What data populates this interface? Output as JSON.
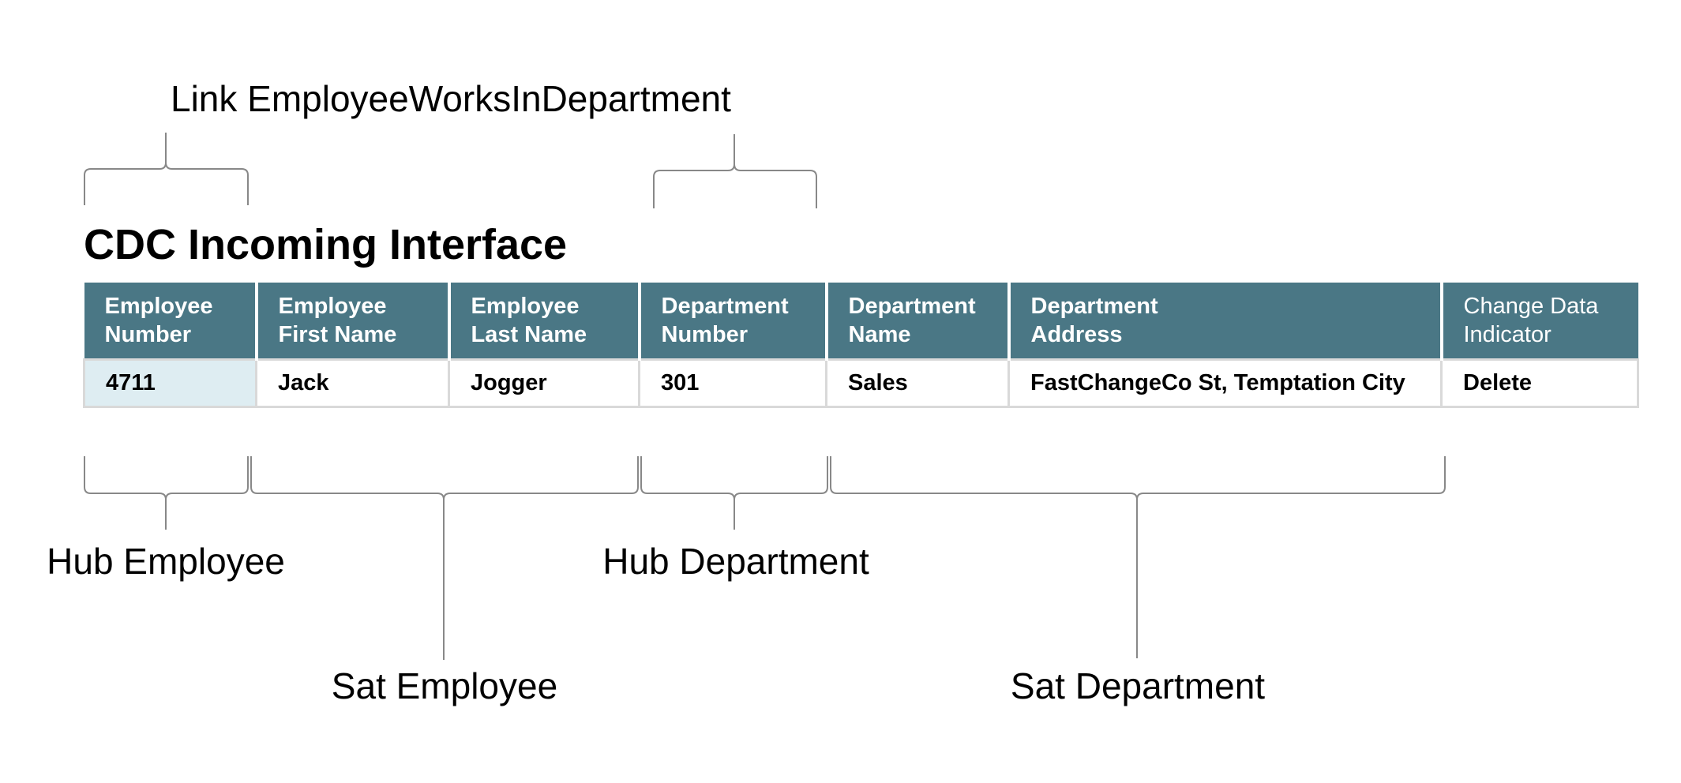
{
  "table": {
    "title": "CDC Incoming Interface",
    "columns": [
      {
        "line1": "Employee",
        "line2": "Number"
      },
      {
        "line1": "Employee",
        "line2": "First Name"
      },
      {
        "line1": "Employee",
        "line2": "Last Name"
      },
      {
        "line1": "Department",
        "line2": "Number"
      },
      {
        "line1": "Department",
        "line2": "Name"
      },
      {
        "line1": "Department",
        "line2": "Address"
      },
      {
        "line1": "Change Data",
        "line2": "Indicator"
      }
    ],
    "rows": [
      [
        "4711",
        "Jack",
        "Jogger",
        "301",
        "Sales",
        "FastChangeCo St, Temptation City",
        "Delete"
      ]
    ]
  },
  "annotations": {
    "link": "Link EmployeeWorksInDepartment",
    "hub_employee": "Hub Employee",
    "sat_employee": "Sat Employee",
    "hub_department": "Hub Department",
    "sat_department": "Sat Department"
  },
  "colors": {
    "header_background": "#4a7785",
    "key_cell_background": "#deedf2",
    "border": "#d9d9d9",
    "brace_stroke": "#888888"
  }
}
